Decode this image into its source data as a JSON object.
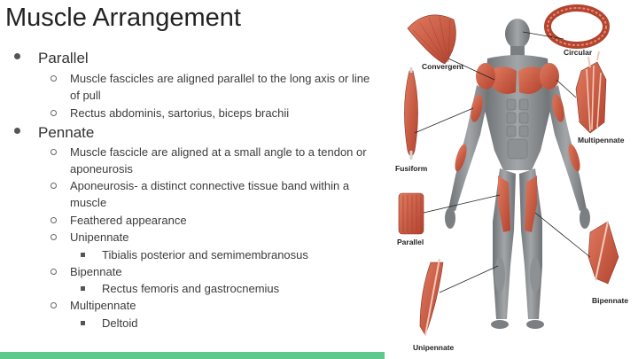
{
  "slide": {
    "title": "Muscle Arrangement",
    "bullets": {
      "parallel": {
        "label": "Parallel",
        "items": [
          "Muscle fascicles are aligned parallel to the long axis or line of pull",
          "Rectus abdominis, sartorius, biceps brachii"
        ]
      },
      "pennate": {
        "label": "Pennate",
        "items": [
          "Muscle fascicle are aligned at a small angle to a tendon or aponeurosis",
          "Aponeurosis- a distinct connective tissue band within a muscle",
          "Feathered appearance",
          "Unipennate",
          "Tibialis posterior and semimembranosus",
          "Bipennate",
          "Rectus femoris and gastrocnemius",
          "Multipennate",
          "Deltoid"
        ]
      }
    }
  },
  "figure": {
    "labels": {
      "convergent": "Convergent",
      "circular": "Circular",
      "multipennate": "Multipennate",
      "fusiform": "Fusiform",
      "parallel": "Parallel",
      "bipennate": "Bipennate",
      "unipennate": "Unipennate"
    },
    "colors": {
      "muscle": "#c0503a",
      "muscle_light": "#e07a5f",
      "body_gray": "#8a8d90",
      "body_dark": "#5f6265",
      "accent_bar": "#5ec98c"
    }
  }
}
